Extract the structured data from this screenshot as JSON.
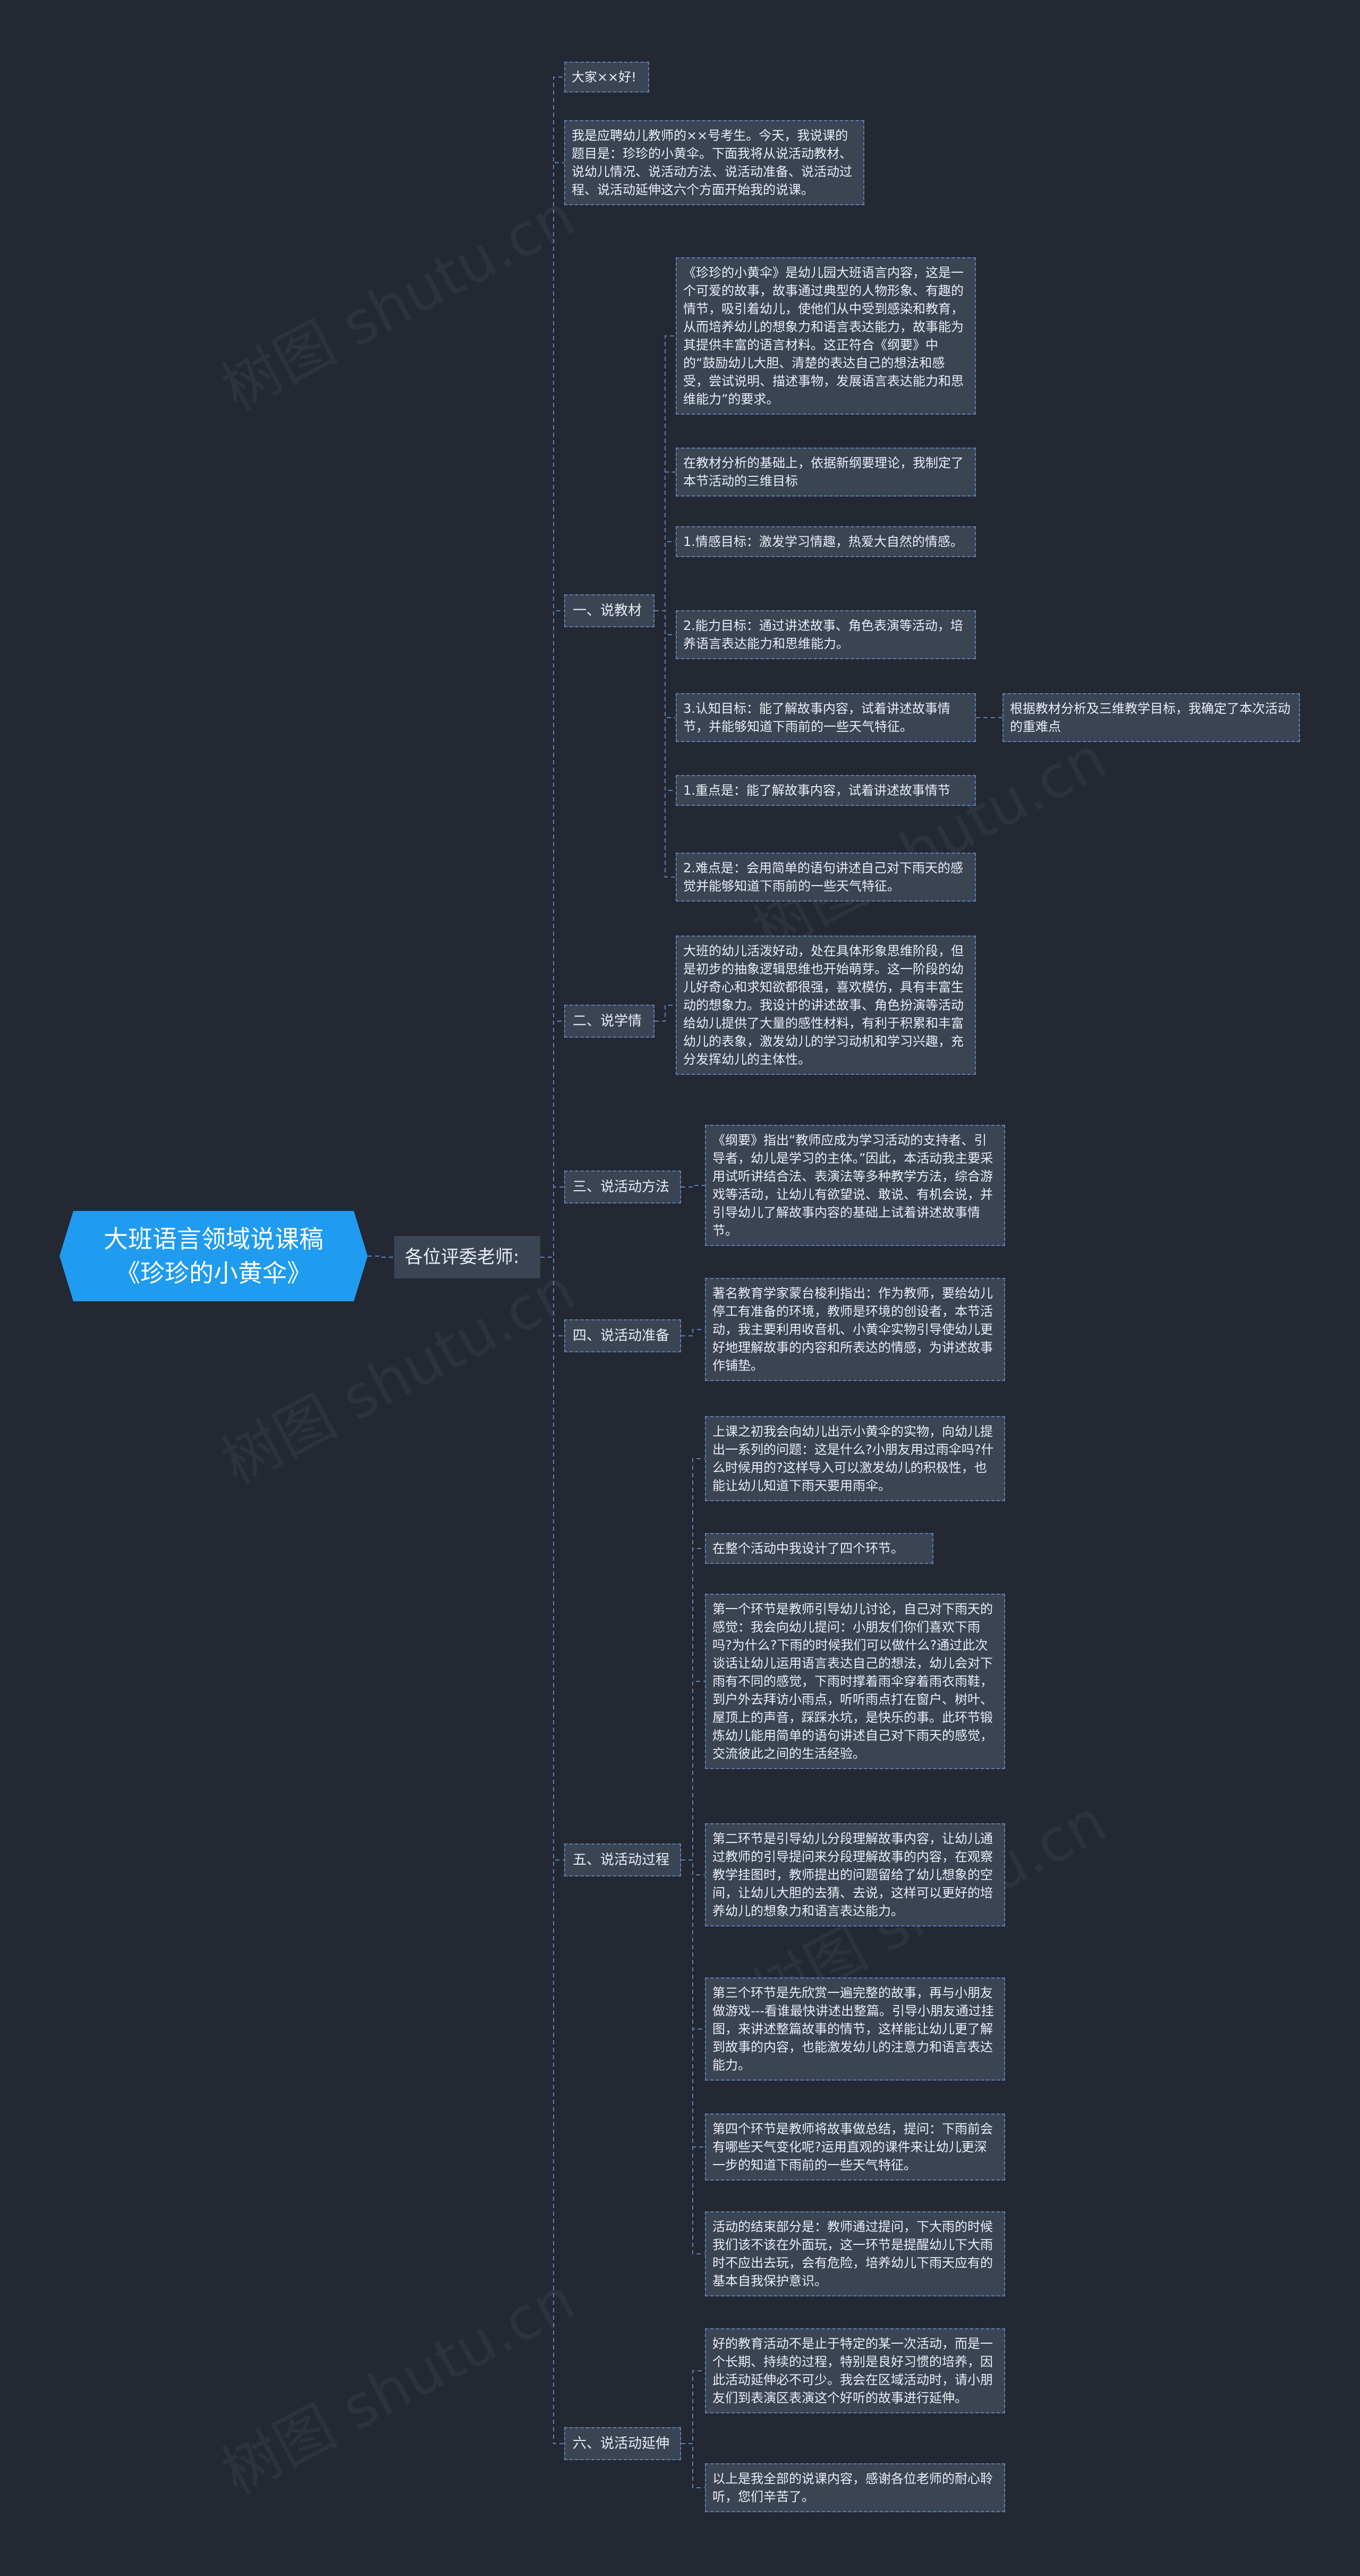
{
  "root": "大班语言领域说课稿《珍珍的小黄伞》",
  "mid": "各位评委老师:",
  "intro1": "大家××好!",
  "intro2": "我是应聘幼儿教师的××号考生。今天，我说课的题目是：珍珍的小黄伞。下面我将从说活动教材、说幼儿情况、说活动方法、说活动准备、说活动过程、说活动延伸这六个方面开始我的说课。",
  "s1": {
    "label": "一、说教材",
    "items": [
      "《珍珍的小黄伞》是幼儿园大班语言内容，这是一个可爱的故事，故事通过典型的人物形象、有趣的情节，吸引着幼儿，使他们从中受到感染和教育，从而培养幼儿的想象力和语言表达能力，故事能为其提供丰富的语言材料。这正符合《纲要》中的“鼓励幼儿大胆、清楚的表达自己的想法和感受，尝试说明、描述事物，发展语言表达能力和思维能力”的要求。",
      "在教材分析的基础上，依据新纲要理论，我制定了本节活动的三维目标",
      "1.情感目标：激发学习情趣，热爱大自然的情感。",
      "2.能力目标：通过讲述故事、角色表演等活动，培养语言表达能力和思维能力。",
      "3.认知目标：能了解故事内容，试着讲述故事情节，并能够知道下雨前的一些天气特征。",
      "1.重点是：能了解故事内容，试着讲述故事情节",
      "2.难点是：会用简单的语句讲述自己对下雨天的感觉并能够知道下雨前的一些天气特征。"
    ],
    "sub": "根据教材分析及三维教学目标，我确定了本次活动的重难点"
  },
  "s2": {
    "label": "二、说学情",
    "items": [
      "大班的幼儿活泼好动，处在具体形象思维阶段，但是初步的抽象逻辑思维也开始萌芽。这一阶段的幼儿好奇心和求知欲都很强，喜欢模仿，具有丰富生动的想象力。我设计的讲述故事、角色扮演等活动给幼儿提供了大量的感性材料，有利于积累和丰富幼儿的表象，激发幼儿的学习动机和学习兴趣，充分发挥幼儿的主体性。"
    ]
  },
  "s3": {
    "label": "三、说活动方法",
    "items": [
      "《纲要》指出“教师应成为学习活动的支持者、引导者，幼儿是学习的主体。”因此，本活动我主要采用试听讲结合法、表演法等多种教学方法，综合游戏等活动，让幼儿有欲望说、敢说、有机会说，并引导幼儿了解故事内容的基础上试着讲述故事情节。"
    ]
  },
  "s4": {
    "label": "四、说活动准备",
    "items": [
      "著名教育学家蒙台梭利指出：作为教师，要给幼儿停工有准备的环境，教师是环境的创设者，本节活动，我主要利用收音机、小黄伞实物引导使幼儿更好地理解故事的内容和所表达的情感，为讲述故事作铺垫。"
    ]
  },
  "s5": {
    "label": "五、说活动过程",
    "items": [
      "上课之初我会向幼儿出示小黄伞的实物，向幼儿提出一系列的问题：这是什么?小朋友用过雨伞吗?什么时候用的?这样导入可以激发幼儿的积极性，也能让幼儿知道下雨天要用雨伞。",
      "在整个活动中我设计了四个环节。",
      "第一个环节是教师引导幼儿讨论，自己对下雨天的感觉：我会向幼儿提问：小朋友们你们喜欢下雨吗?为什么?下雨的时候我们可以做什么?通过此次谈话让幼儿运用语言表达自己的想法，幼儿会对下雨有不同的感觉，下雨时撑着雨伞穿着雨衣雨鞋，到户外去拜访小雨点，听听雨点打在窗户、树叶、屋顶上的声音，踩踩水坑，是快乐的事。此环节锻炼幼儿能用简单的语句讲述自己对下雨天的感觉，交流彼此之间的生活经验。",
      "第二环节是引导幼儿分段理解故事内容，让幼儿通过教师的引导提问来分段理解故事的内容，在观察教学挂图时，教师提出的问题留给了幼儿想象的空间，让幼儿大胆的去猜、去说，这样可以更好的培养幼儿的想象力和语言表达能力。",
      "第三个环节是先欣赏一遍完整的故事，再与小朋友做游戏---看谁最快讲述出整篇。引导小朋友通过挂图，来讲述整篇故事的情节，这样能让幼儿更了解到故事的内容，也能激发幼儿的注意力和语言表达能力。",
      "第四个环节是教师将故事做总结，提问：下雨前会有哪些天气变化呢?运用直观的课件来让幼儿更深一步的知道下雨前的一些天气特征。",
      "活动的结束部分是：教师通过提问，下大雨的时候我们该不该在外面玩，这一环节是提醒幼儿下大雨时不应出去玩，会有危险，培养幼儿下雨天应有的基本自我保护意识。"
    ]
  },
  "s6": {
    "label": "六、说活动延伸",
    "items": [
      "好的教育活动不是止于特定的某一次活动，而是一个长期、持续的过程，特别是良好习惯的培养，因此活动延伸必不可少。我会在区域活动时，请小朋友们到表演区表演这个好听的故事进行延伸。",
      "以上是我全部的说课内容，感谢各位老师的耐心聆听，您们辛苦了。"
    ]
  },
  "watermark": "树图 shutu.cn",
  "colors": {
    "background": "#232833",
    "node": "#3b4453",
    "border": "#5d7fb7",
    "root": "#1f9bf0",
    "text": "#e9edf4"
  }
}
